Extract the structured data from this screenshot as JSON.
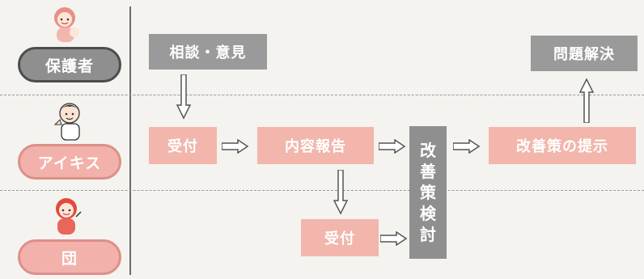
{
  "roles": {
    "guardian": "保護者",
    "aegis": "アイキス",
    "group": "団"
  },
  "boxes": {
    "consult": "相談・意見",
    "solve": "問題解決",
    "receive1": "受付",
    "report": "内容報告",
    "proposal": "改善策の提示",
    "receive2": "受付",
    "review": "改善策検討"
  },
  "colors": {
    "gray": "#8f8f8f",
    "pink": "#f2b1ab",
    "dashed": "#9a9a9a"
  }
}
